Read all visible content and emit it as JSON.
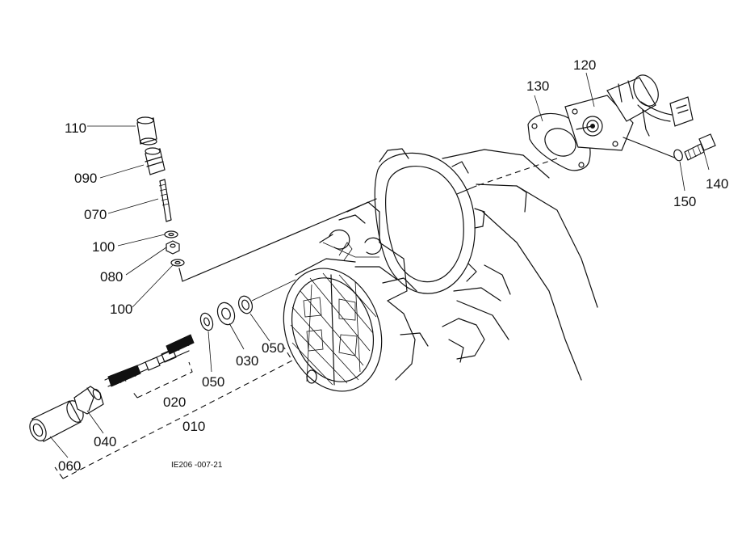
{
  "diagram": {
    "drawing_code": "IE206 -007-21",
    "part_labels": [
      {
        "id": "p110",
        "text": "110"
      },
      {
        "id": "p090",
        "text": "090"
      },
      {
        "id": "p070",
        "text": "070"
      },
      {
        "id": "p100a",
        "text": "100"
      },
      {
        "id": "p080",
        "text": "080"
      },
      {
        "id": "p100b",
        "text": "100"
      },
      {
        "id": "p130",
        "text": "130"
      },
      {
        "id": "p120",
        "text": "120"
      },
      {
        "id": "p140",
        "text": "140"
      },
      {
        "id": "p150",
        "text": "150"
      },
      {
        "id": "p050a",
        "text": "050"
      },
      {
        "id": "p030",
        "text": "030"
      },
      {
        "id": "p050b",
        "text": "050"
      },
      {
        "id": "p020",
        "text": "020"
      },
      {
        "id": "p010",
        "text": "010"
      },
      {
        "id": "p040",
        "text": "040"
      },
      {
        "id": "p060",
        "text": "060"
      }
    ]
  }
}
